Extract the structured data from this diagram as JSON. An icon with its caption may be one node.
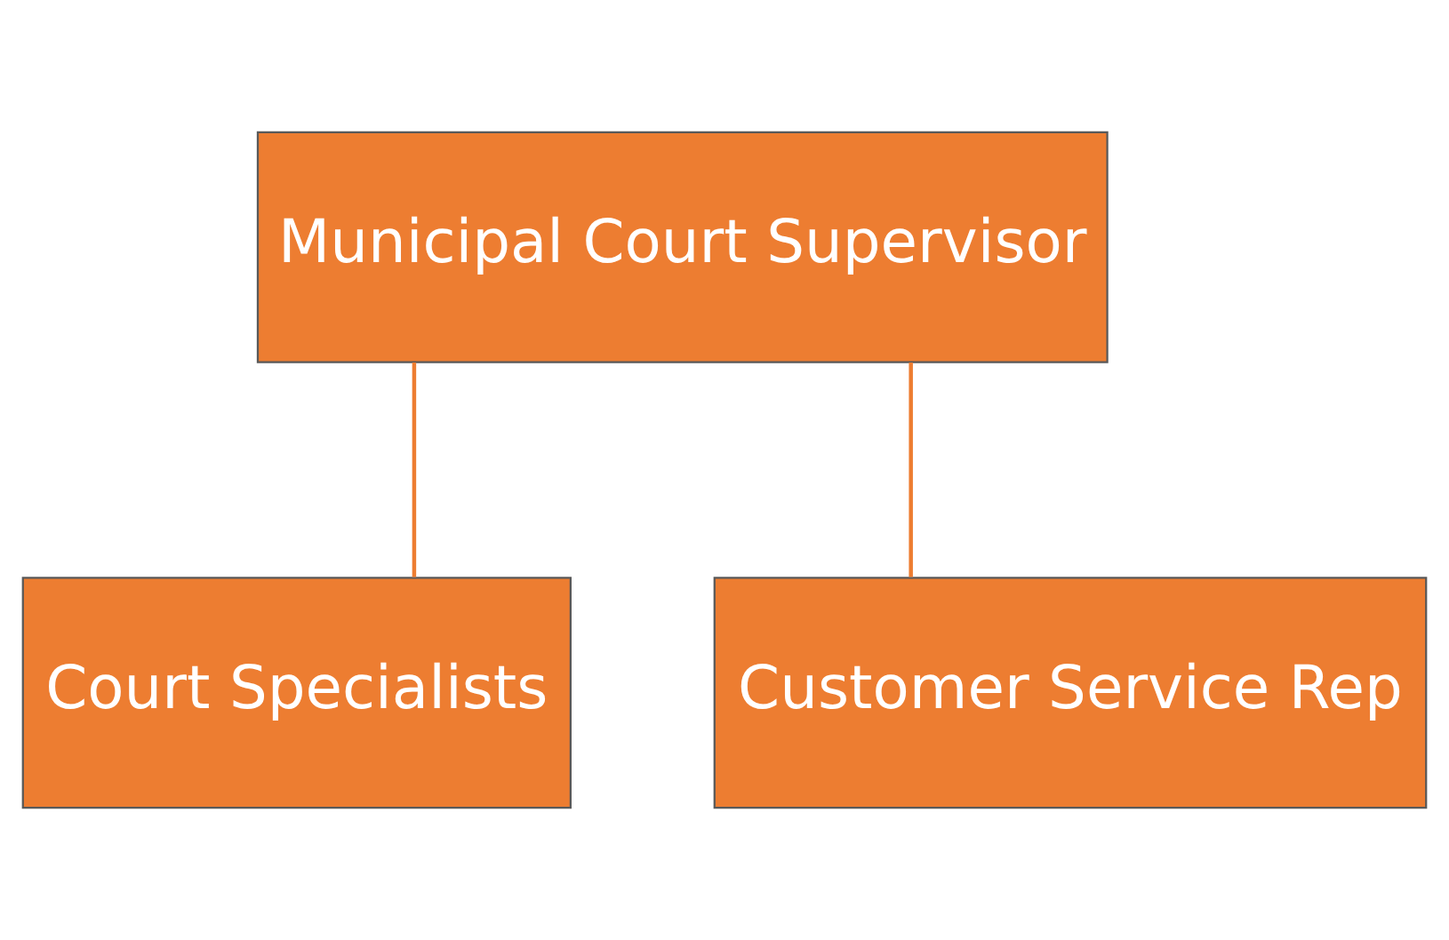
{
  "diagram": {
    "nodes": [
      {
        "text": [
          "Municipal Court Supervisor"
        ]
      },
      {
        "text": [
          "Court Specialists"
        ]
      },
      {
        "text": [
          "Customer Service Rep"
        ]
      }
    ],
    "edges": [
      {
        "from": 0,
        "to": 1,
        "arrow": "none"
      },
      {
        "from": 0,
        "to": 2,
        "arrow": "none"
      }
    ]
  }
}
